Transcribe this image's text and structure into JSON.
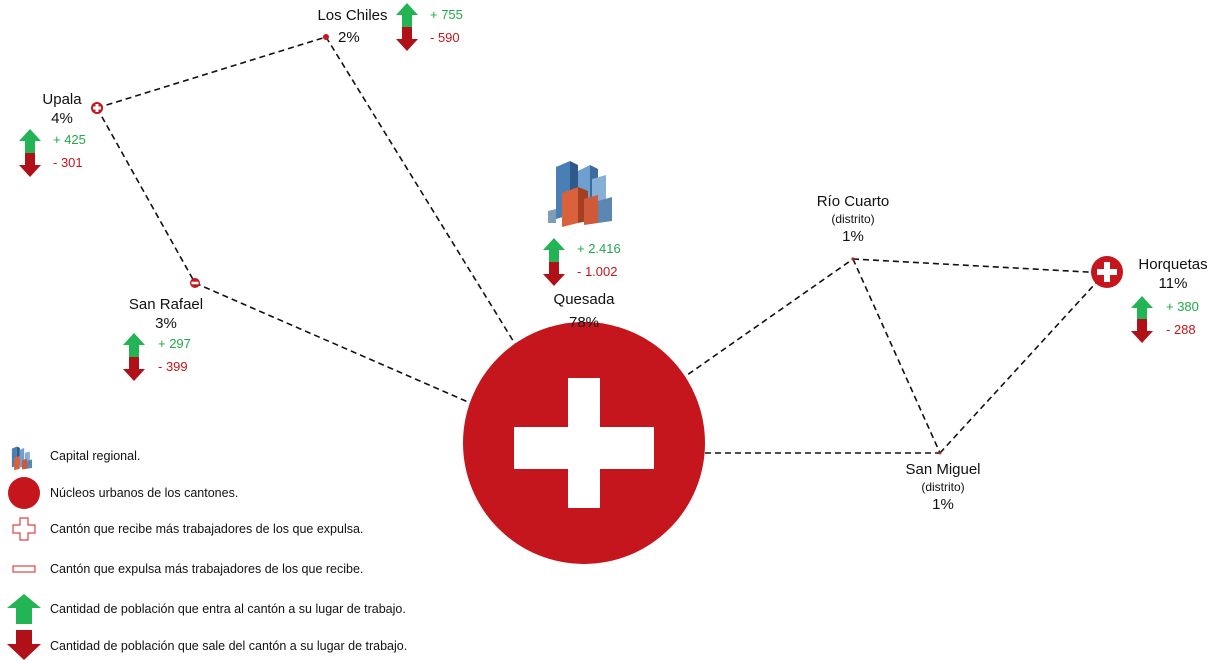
{
  "nodes": {
    "los_chiles": {
      "name": "Los Chiles",
      "pct": "2%",
      "in": "+ 755",
      "out": "- 590"
    },
    "upala": {
      "name": "Upala",
      "pct": "4%",
      "in": "+ 425",
      "out": "- 301"
    },
    "san_rafael": {
      "name": "San Rafael",
      "pct": "3%",
      "in": "+ 297",
      "out": "- 399"
    },
    "quesada": {
      "name": "Quesada",
      "pct": "78%",
      "in": "+ 2.416",
      "out": "- 1.002"
    },
    "rio_cuarto": {
      "name": "Río Cuarto",
      "sub": "(distrito)",
      "pct": "1%"
    },
    "horquetas": {
      "name": "Horquetas",
      "pct": "11%",
      "in": "+ 380",
      "out": "- 288"
    },
    "san_miguel": {
      "name": "San Miguel",
      "sub": "(distrito)",
      "pct": "1%"
    }
  },
  "legend": {
    "capital": "Capital regional.",
    "nucleos": "Núcleos urbanos de los cantones.",
    "recibe": "Cantón que recibe más trabajadores de los que expulsa.",
    "expulsa": "Cantón que expulsa más trabajadores de los que recibe.",
    "entra": "Cantidad de población que entra al cantón a su lugar de trabajo.",
    "sale": "Cantidad de población que sale del cantón a su lugar de trabajo."
  },
  "colors": {
    "red": "#c4161c",
    "green": "#22b455",
    "dark_red": "#b01018"
  },
  "icons": {
    "capital": "city-buildings-icon",
    "plus": "plus-icon",
    "minus": "minus-icon",
    "up": "up-arrow-icon",
    "down": "down-arrow-icon"
  }
}
